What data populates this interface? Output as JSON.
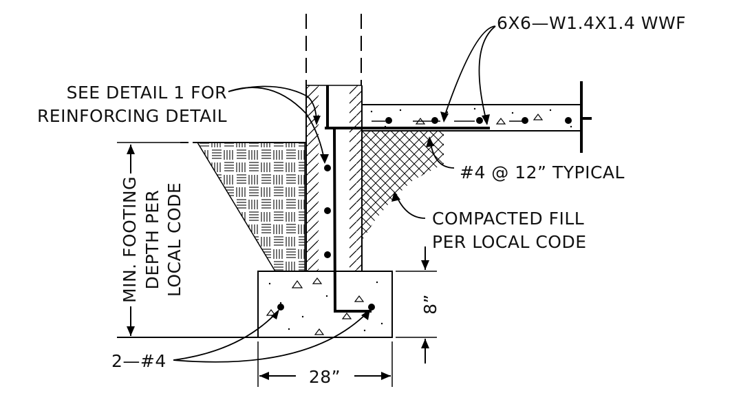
{
  "labels": {
    "wwf": "6X6—W1.4X1.4  WWF",
    "see_detail_line1": "SEE DETAIL 1 FOR",
    "see_detail_line2": "REINFORCING DETAIL",
    "rebar_spacing": "#4 @ 12” TYPICAL",
    "fill_line1": "COMPACTED FILL",
    "fill_line2": "PER LOCAL CODE",
    "depth_line1": "MIN. FOOTING",
    "depth_line2": "DEPTH PER",
    "depth_line3": "LOCAL CODE",
    "footing_bars": "2—#4",
    "footing_width": "28”",
    "footing_height": "8”"
  },
  "colors": {
    "ink": "#000000",
    "background": "#ffffff"
  }
}
